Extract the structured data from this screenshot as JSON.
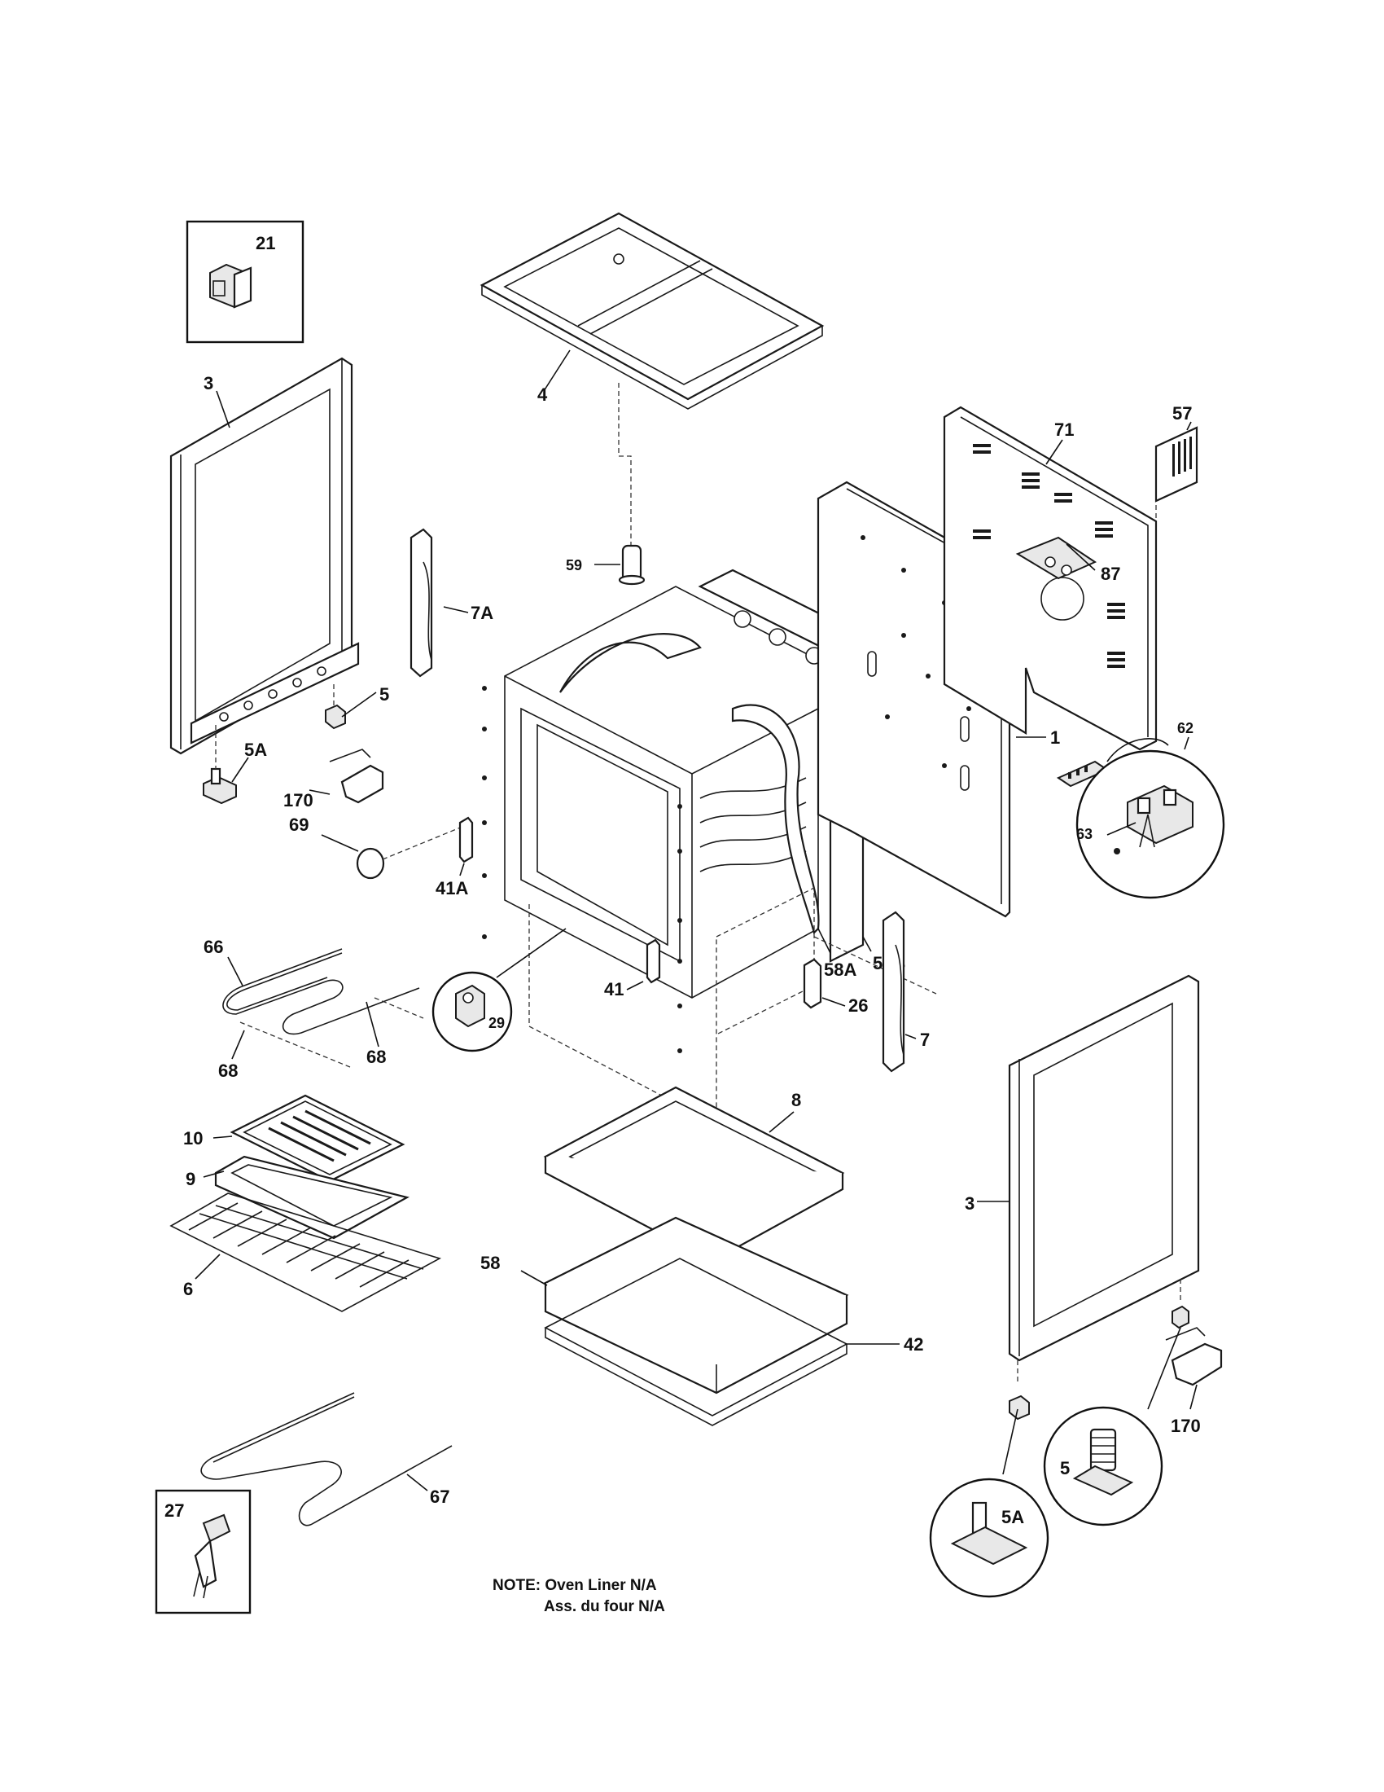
{
  "callouts": {
    "c21": "21",
    "c3_left": "3",
    "c4": "4",
    "c57": "57",
    "c71": "71",
    "c87": "87",
    "c59": "59",
    "c7A": "7A",
    "c5_left": "5",
    "c5A_left": "5A",
    "c170_left": "170",
    "c1": "1",
    "c62": "62",
    "c63": "63",
    "c69": "69",
    "c41A": "41A",
    "c58A": "58A",
    "c58B": "58B",
    "c66": "66",
    "c29": "29",
    "c41": "41",
    "c26": "26",
    "c7": "7",
    "c68_left": "68",
    "c68_right": "68",
    "c10": "10",
    "c9": "9",
    "c8": "8",
    "c3_right": "3",
    "c6": "6",
    "c58": "58",
    "c42": "42",
    "c170_right": "170",
    "c5_inset": "5",
    "c5A_inset": "5A",
    "c27": "27",
    "c67": "67"
  },
  "note": {
    "line1": "NOTE: Oven Liner N/A",
    "line2": "Ass. du four N/A"
  },
  "icons": {
    "inset_21": "leveling-bracket-icon",
    "inset_27": "clip-bracket-icon",
    "inset_29": "door-catch-icon",
    "inset_62": "terminal-block-icon",
    "inset_5": "leveling-leg-icon",
    "inset_5A": "leveling-leg-base-icon"
  },
  "colors": {
    "line": "#1a1a1a",
    "background": "#ffffff"
  }
}
